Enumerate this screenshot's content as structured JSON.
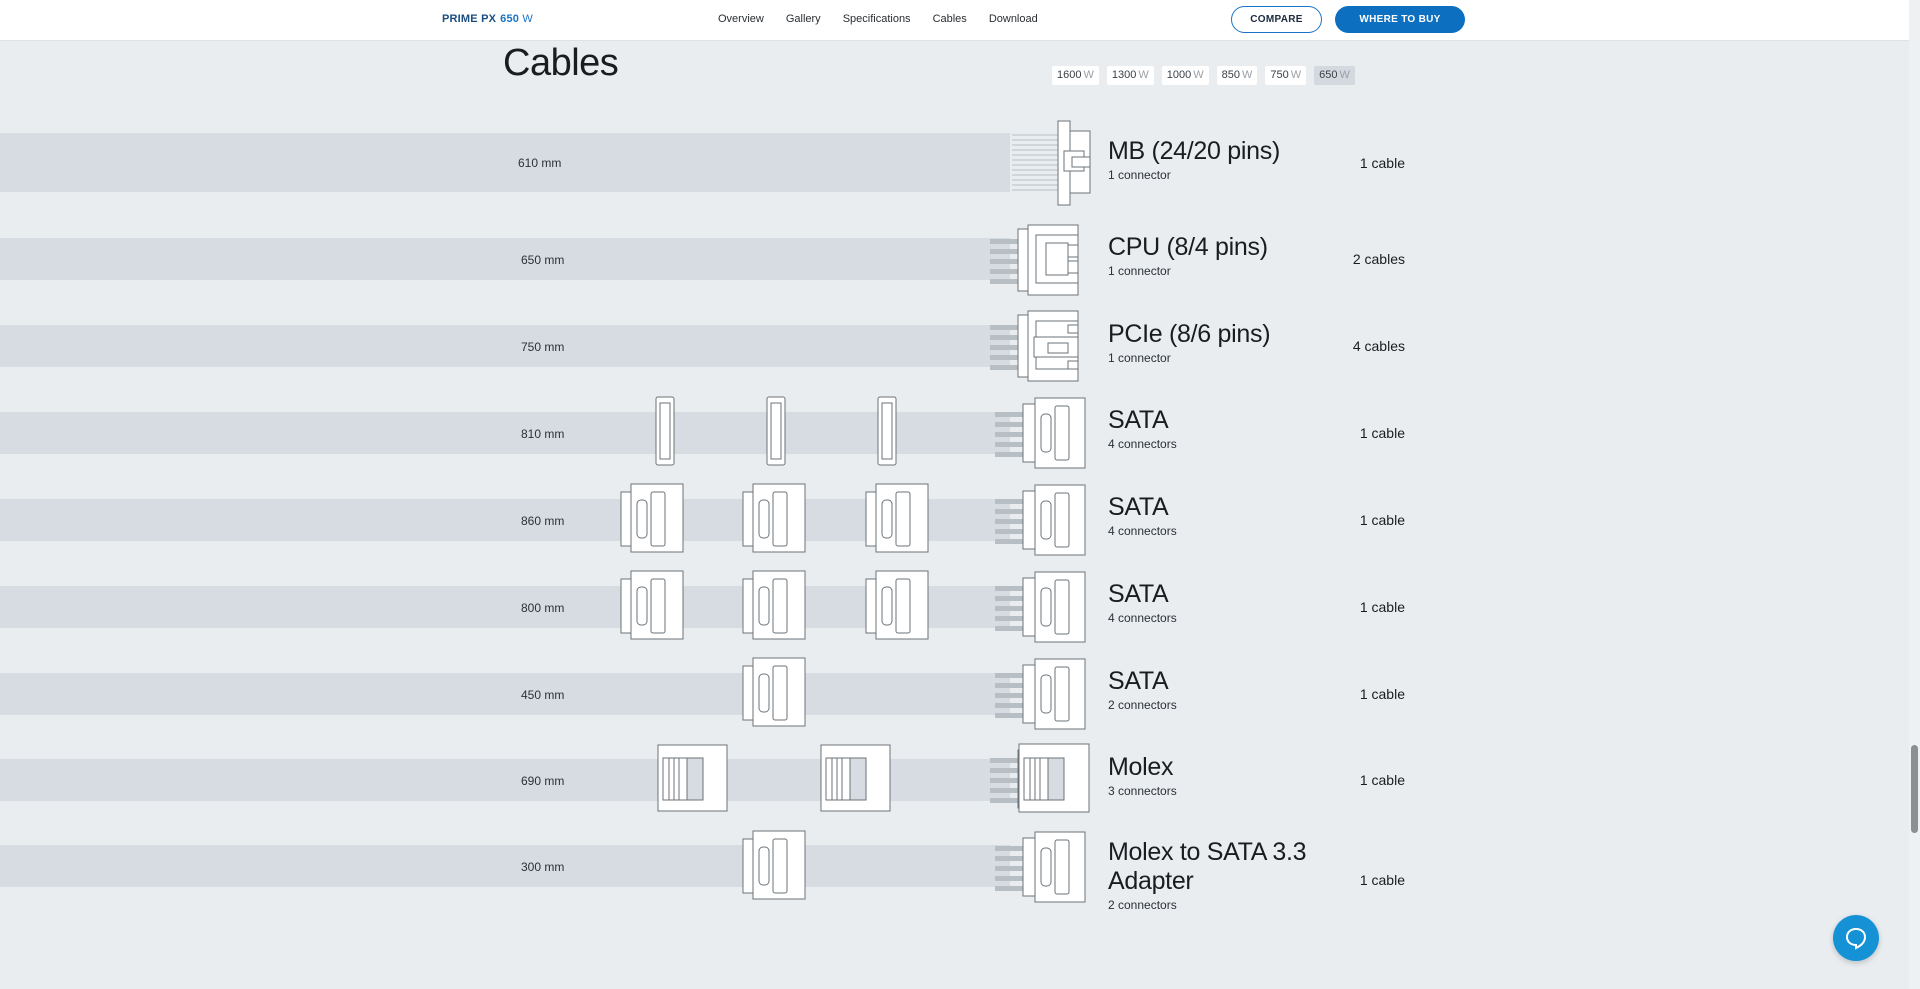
{
  "header": {
    "brand": "PRIME PX",
    "brand_watt_value": "650",
    "brand_watt_unit": "W",
    "nav": [
      "Overview",
      "Gallery",
      "Specifications",
      "Cables",
      "Download"
    ],
    "compare_label": "COMPARE",
    "buy_label": "WHERE TO BUY"
  },
  "section": {
    "title": "Cables",
    "wattages": [
      {
        "value": "1600",
        "unit": "W"
      },
      {
        "value": "1300",
        "unit": "W"
      },
      {
        "value": "1000",
        "unit": "W"
      },
      {
        "value": "850",
        "unit": "W"
      },
      {
        "value": "750",
        "unit": "W"
      },
      {
        "value": "650",
        "unit": "W"
      }
    ],
    "selected_wattage": "650 W"
  },
  "cables": [
    {
      "length": "610 mm",
      "name": "MB (24/20 pins)",
      "connectors": "1 connector",
      "count": "1 cable",
      "icon": "mb-connector-icon"
    },
    {
      "length": "650 mm",
      "name": "CPU (8/4 pins)",
      "connectors": "1 connector",
      "count": "2 cables",
      "icon": "cpu-connector-icon"
    },
    {
      "length": "750 mm",
      "name": "PCIe (8/6 pins)",
      "connectors": "1 connector",
      "count": "4 cables",
      "icon": "pcie-connector-icon"
    },
    {
      "length": "810 mm",
      "name": "SATA",
      "connectors": "4 connectors",
      "count": "1 cable",
      "icon": "sata-connector-icon"
    },
    {
      "length": "860 mm",
      "name": "SATA",
      "connectors": "4 connectors",
      "count": "1 cable",
      "icon": "sata-connector-icon"
    },
    {
      "length": "800 mm",
      "name": "SATA",
      "connectors": "4 connectors",
      "count": "1 cable",
      "icon": "sata-connector-icon"
    },
    {
      "length": "450 mm",
      "name": "SATA",
      "connectors": "2 connectors",
      "count": "1 cable",
      "icon": "sata-connector-icon"
    },
    {
      "length": "690 mm",
      "name": "Molex",
      "connectors": "3 connectors",
      "count": "1 cable",
      "icon": "molex-connector-icon"
    },
    {
      "length": "300 mm",
      "name": "Molex to SATA 3.3 Adapter",
      "connectors": "2 connectors",
      "count": "1 cable",
      "icon": "sata-connector-icon"
    }
  ],
  "colors": {
    "accent": "#0d6fc0",
    "band": "#d6dce1",
    "background": "#e9edf0"
  }
}
